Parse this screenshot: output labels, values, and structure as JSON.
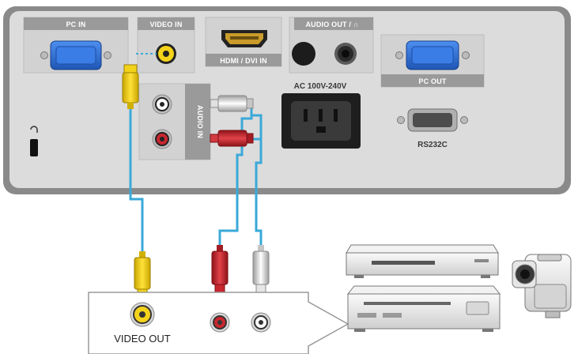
{
  "panel": {
    "pc_in": "PC IN",
    "video_in": "VIDEO IN",
    "hdmi_dvi_in": "HDMI / DVI IN",
    "audio_out": "AUDIO OUT / ∩",
    "pc_out": "PC OUT",
    "ac_power": "AC 100V-240V",
    "rs232c": "RS232C",
    "audio_in": "AUDIO IN"
  },
  "source_device": {
    "video_out": "VIDEO OUT"
  },
  "colors": {
    "panel_face": "#dcdcdc",
    "panel_outer": "#8a8a8a",
    "label_bar": "#9a9a9a",
    "cable_blue": "#3aa9d8",
    "yellow_plug": "#f3d21a",
    "red_plug": "#c8262e",
    "white_plug": "#e6e6e6",
    "vga_blue": "#2f6fd6"
  }
}
